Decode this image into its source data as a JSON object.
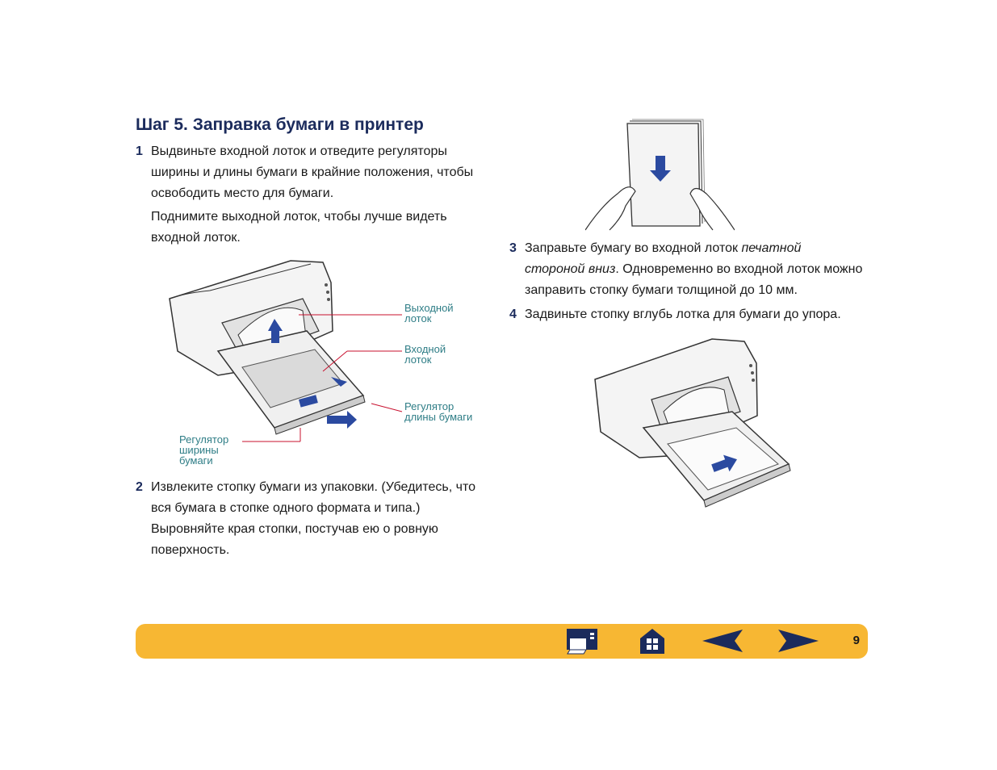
{
  "heading": "Шаг 5. Заправка бумаги в принтер",
  "steps": {
    "s1": {
      "num": "1",
      "text": "Выдвиньте входной лоток и отведите регуляторы ширины и длины бумаги в крайние положения, чтобы освободить место для бумаги."
    },
    "s1_note": "Поднимите выходной лоток, чтобы лучше видеть входной лоток.",
    "s2": {
      "num": "2",
      "text": "Извлеките стопку бумаги из упаковки. (Убедитесь, что вся бумага в стопке одного формата и типа.) Выровняйте края стопки, постучав ею о ровную поверхность."
    },
    "s3": {
      "num": "3",
      "text_a": "Заправьте бумагу во входной лоток ",
      "text_italic": "печатной стороной вниз",
      "text_b": ". Одновременно во входной лоток можно заправить стопку бумаги толщиной до 10 мм."
    },
    "s4": {
      "num": "4",
      "text": "Задвиньте стопку вглубь лотка для бумаги до упора."
    }
  },
  "callouts": {
    "output_tray": "Выходной\nлоток",
    "input_tray": "Входной\nлоток",
    "length_guide": "Регулятор\nдлины бумаги",
    "width_guide": "Регулятор\nширины\nбумаги"
  },
  "nav": {
    "page_number": "9",
    "icons": [
      "print-icon",
      "home-icon",
      "previous-page-icon",
      "next-page-icon"
    ]
  },
  "colors": {
    "heading": "#1b2b5c",
    "callout": "#2e7d86",
    "navbar": "#f7b733",
    "arrow_blue": "#2b4aa0",
    "leader_red": "#c8102e"
  }
}
